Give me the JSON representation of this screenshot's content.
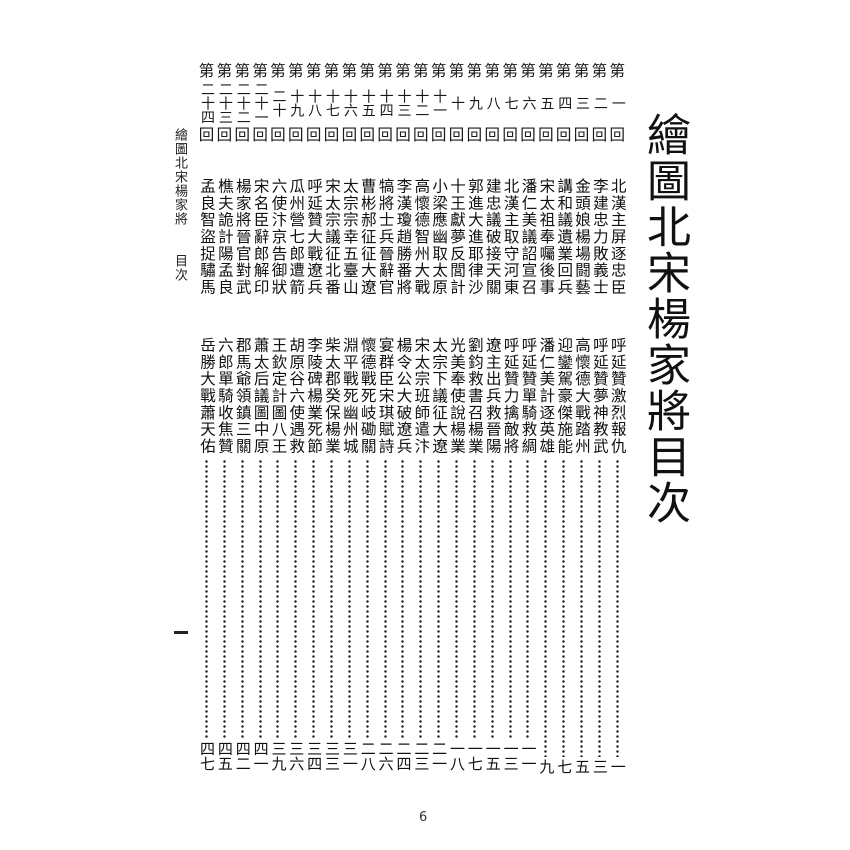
{
  "document": {
    "title": "繪圖北宋楊家將目次",
    "margin_header": {
      "book_title": "繪圖北宋楊家將",
      "section": "目次",
      "folio": "一"
    },
    "page_number": "6",
    "chapter_prefix": "第",
    "chapter_suffix": "回"
  },
  "upper_section": {
    "chapters": [
      {
        "num": "一",
        "title": "北漢主屏逐忠臣"
      },
      {
        "num": "二",
        "title": "李建忠力敗義士"
      },
      {
        "num": "三",
        "title": "金頭娘楊場闘藝"
      },
      {
        "num": "四",
        "title": "講和議遺業回兵"
      },
      {
        "num": "五",
        "title": "宋太祖奉囑後事"
      },
      {
        "num": "六",
        "title": "潘仁美議詔宣召"
      },
      {
        "num": "七",
        "title": "北漢主取守河東"
      },
      {
        "num": "八",
        "title": "建忠議破接天關"
      },
      {
        "num": "九",
        "title": "郭進大進耶律沙"
      },
      {
        "num": "十",
        "title": "十王獻夢反閭計"
      },
      {
        "num": "十一",
        "title": "小梁應幽取太原"
      },
      {
        "num": "十二",
        "title": "高懷德智州大戰"
      },
      {
        "num": "十三",
        "title": "李漢瓊趙勝番將"
      },
      {
        "num": "十四",
        "title": "犒將士兵晉辭官"
      },
      {
        "num": "十五",
        "title": "曹彬郝征征大遼"
      },
      {
        "num": "十六",
        "title": "太宗宗幸五臺山"
      },
      {
        "num": "十七",
        "title": "宋太宗議征北番"
      },
      {
        "num": "十八",
        "title": "呼延贊大戰遼兵"
      },
      {
        "num": "十九",
        "title": "瓜州營七郎遭箭"
      },
      {
        "num": "二十",
        "title": "六使汴京告御狀"
      },
      {
        "num": "二十一",
        "title": "宋名臣辭郎解印"
      },
      {
        "num": "二十二",
        "title": "楊家將晉官對武"
      },
      {
        "num": "二十三",
        "title": "樵夫詭計陽孟良"
      },
      {
        "num": "二十四",
        "title": "孟良智盜捉驌馬"
      }
    ]
  },
  "lower_section": {
    "chapters": [
      {
        "title": "呼延贊激烈報仇",
        "page": "一"
      },
      {
        "title": "呼延贊夢神教武",
        "page": "三"
      },
      {
        "title": "高懷德大戰踏州",
        "page": "五"
      },
      {
        "title": "迎鑾駕豪傑施能",
        "page": "七"
      },
      {
        "title": "潘仁美計逐英雄",
        "page": "九"
      },
      {
        "title": "呼延贊單騎救綢",
        "page": "一一"
      },
      {
        "title": "呼延贊力擒敵將",
        "page": "一三"
      },
      {
        "title": "遼主出兵救晉陽",
        "page": "一五"
      },
      {
        "title": "劉鈞救書召楊業",
        "page": "一七"
      },
      {
        "title": "光美奉使說楊業",
        "page": "一八"
      },
      {
        "title": "太宗下議征大遼",
        "page": "二一"
      },
      {
        "title": "宋太宗班師遣汴",
        "page": "二三"
      },
      {
        "title": "楊令公大破遼兵",
        "page": "二四"
      },
      {
        "title": "宴群臣宋琪賦詩",
        "page": "二六"
      },
      {
        "title": "懷德戰死岐磡關",
        "page": "二八"
      },
      {
        "title": "淵平戰死幽州城",
        "page": "三一"
      },
      {
        "title": "柴太郡癸保楊業",
        "page": "三三"
      },
      {
        "title": "李陵碑楊業死節",
        "page": "三四"
      },
      {
        "title": "胡原谷六使遇救",
        "page": "三六"
      },
      {
        "title": "王欽定計圖八王",
        "page": "三九"
      },
      {
        "title": "蕭太后議圖中原",
        "page": "四一"
      },
      {
        "title": "郡馬爺領鎮三關",
        "page": "四二"
      },
      {
        "title": "六郎單騎收焦贊",
        "page": "四五"
      },
      {
        "title": "岳勝大戰蕭天佑",
        "page": "四七"
      }
    ]
  }
}
